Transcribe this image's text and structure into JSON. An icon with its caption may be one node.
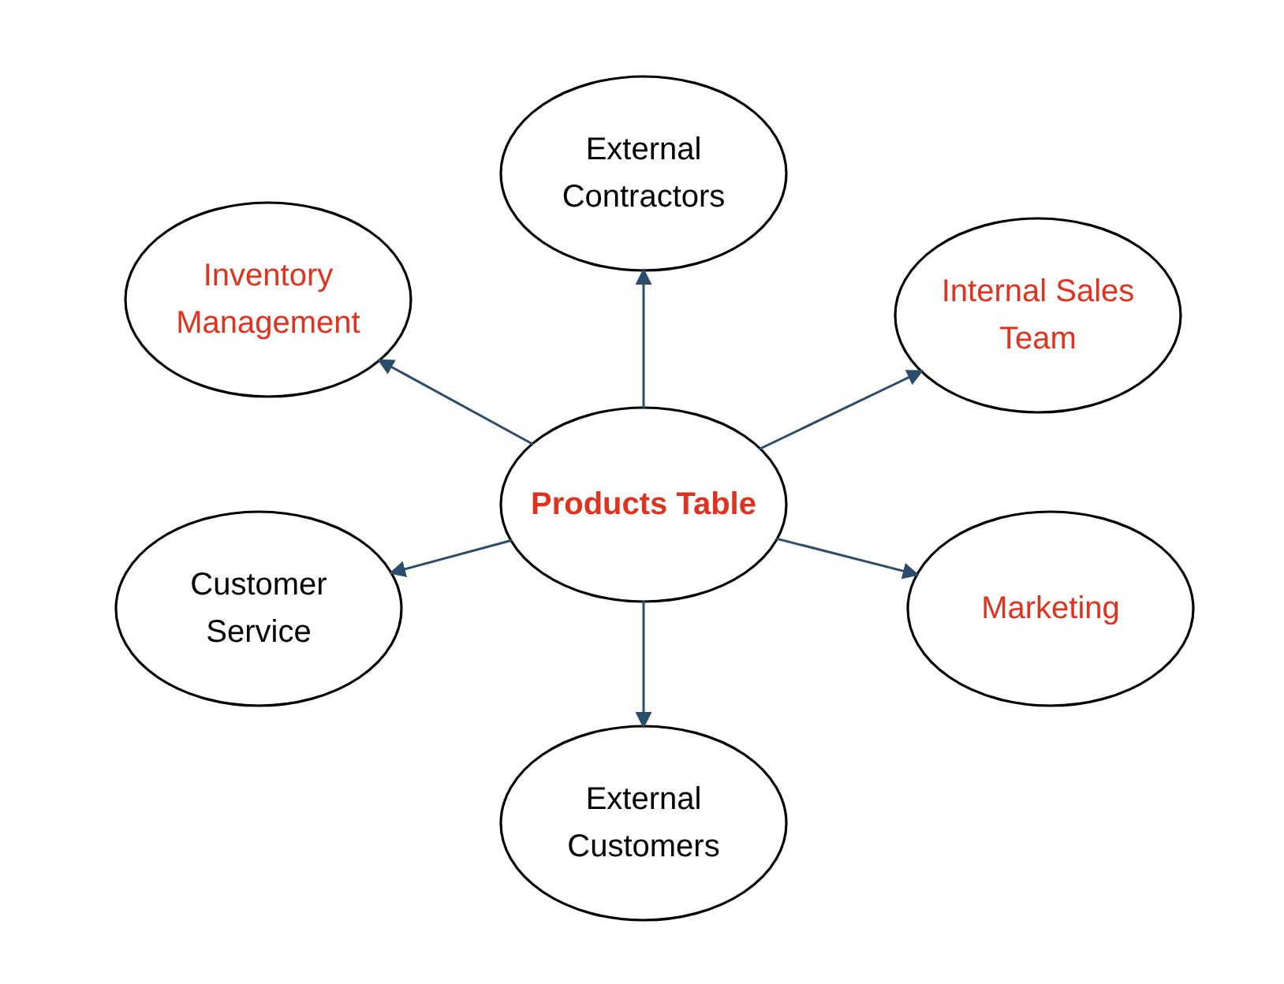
{
  "diagram": {
    "nodes": [
      {
        "text": [
          "Products Table"
        ]
      },
      {
        "text": [
          "External Contractors"
        ]
      },
      {
        "text": [
          "Inventory Management"
        ]
      },
      {
        "text": [
          "Internal Sales Team"
        ]
      },
      {
        "text": [
          "Customer Service"
        ]
      },
      {
        "text": [
          "Marketing"
        ]
      },
      {
        "text": [
          "External Customers"
        ]
      }
    ],
    "edges": [
      {
        "from": 0,
        "to": 1,
        "arrow": "to"
      },
      {
        "from": 0,
        "to": 2,
        "arrow": "to"
      },
      {
        "from": 0,
        "to": 3,
        "arrow": "to"
      },
      {
        "from": 0,
        "to": 4,
        "arrow": "to"
      },
      {
        "from": 0,
        "to": 5,
        "arrow": "to"
      },
      {
        "from": 0,
        "to": 6,
        "arrow": "to"
      }
    ]
  }
}
